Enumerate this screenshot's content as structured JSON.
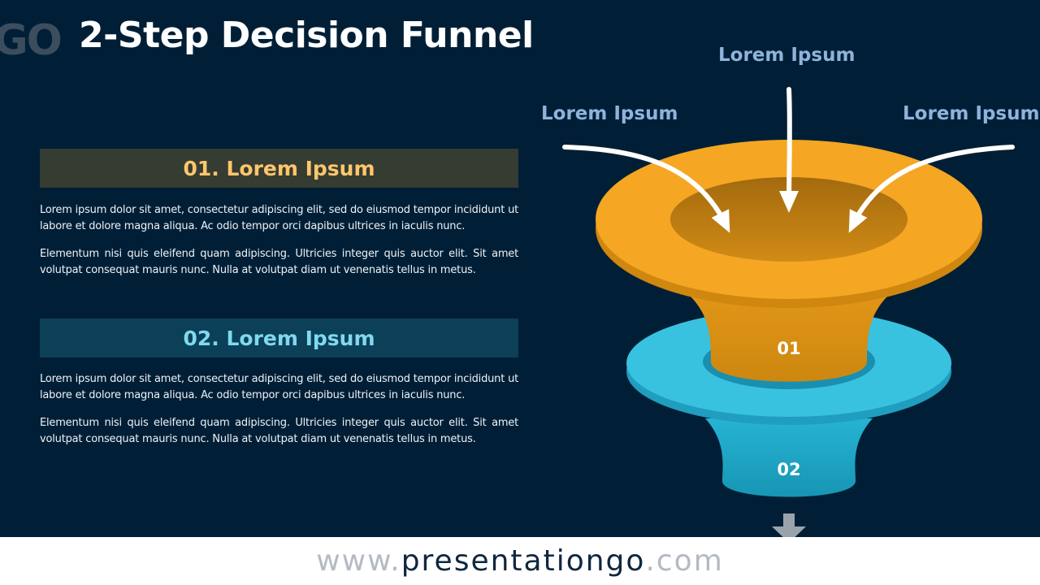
{
  "logo_text": "GO",
  "title": "2-Step Decision Funnel",
  "steps": [
    {
      "header": "01. Lorem Ipsum",
      "paragraphs": [
        "Lorem ipsum dolor sit amet, consectetur adipiscing elit, sed do eiusmod tempor incididunt ut labore et dolore magna aliqua. Ac odio tempor orci dapibus ultrices in iaculis nunc.",
        "Elementum nisi quis eleifend quam adipiscing. Ultricies integer quis auctor elit. Sit amet volutpat consequat mauris nunc. Nulla at volutpat diam ut venenatis tellus in metus."
      ]
    },
    {
      "header": "02. Lorem Ipsum",
      "paragraphs": [
        "Lorem ipsum dolor sit amet, consectetur adipiscing elit, sed do eiusmod tempor incididunt ut labore et dolore magna aliqua. Ac odio tempor orci dapibus ultrices in iaculis nunc.",
        "Elementum nisi quis eleifend quam adipiscing. Ultricies integer quis auctor elit. Sit amet volutpat consequat mauris nunc. Nulla at volutpat diam ut venenatis tellus in metus."
      ]
    }
  ],
  "callouts": {
    "top": "Lorem Ipsum",
    "left": "Lorem Ipsum",
    "right": "Lorem Ipsum"
  },
  "funnel": {
    "stage_1_label": "01",
    "stage_2_label": "02",
    "stage_1_color": "#f5a623",
    "stage_2_color": "#38c2e0"
  },
  "footer": {
    "prefix": "www.",
    "brand": "presentationgo",
    "suffix": ".com"
  }
}
